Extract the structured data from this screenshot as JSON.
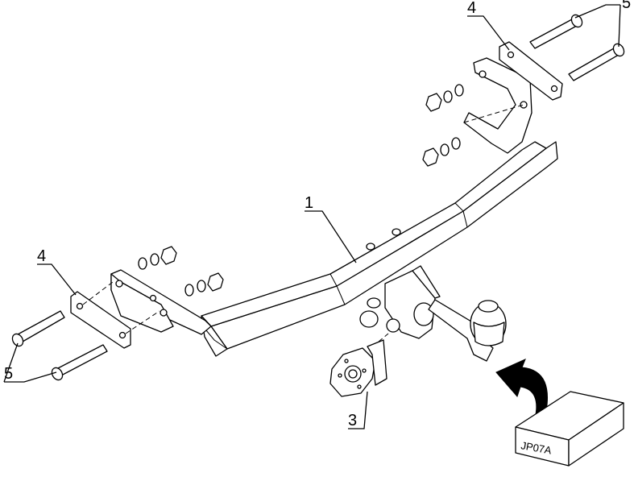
{
  "callouts": {
    "part1": "1",
    "part3": "3",
    "part4_right": "4",
    "part4_left": "4",
    "part5_right": "5",
    "part5_left": "5"
  },
  "package_box": {
    "code": "JP07A"
  },
  "colors": {
    "line": "#000000",
    "fill": "#ffffff",
    "shade": "#444444"
  },
  "icons": {
    "arrow": "curved-arrow-icon"
  }
}
